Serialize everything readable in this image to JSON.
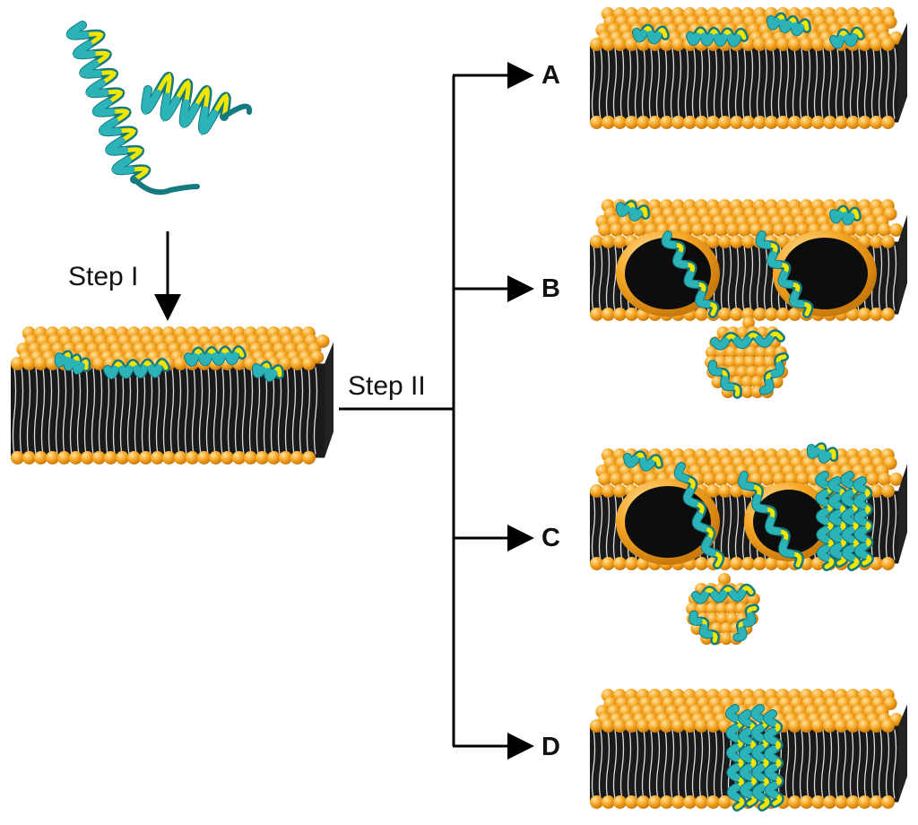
{
  "steps": {
    "step1": "Step I",
    "step2": "Step II"
  },
  "outcomes": [
    {
      "id": "A",
      "label": "A"
    },
    {
      "id": "B",
      "label": "B"
    },
    {
      "id": "C",
      "label": "C"
    },
    {
      "id": "D",
      "label": "D"
    }
  ],
  "colors": {
    "head": "#f6a623",
    "head_dark": "#c97a0c",
    "head_light": "#ffd27a",
    "tail": "#141414",
    "helix": "#2bb3b8",
    "helix_dark": "#137a80",
    "helix_inner": "#f2e600",
    "arrow": "#000000"
  }
}
